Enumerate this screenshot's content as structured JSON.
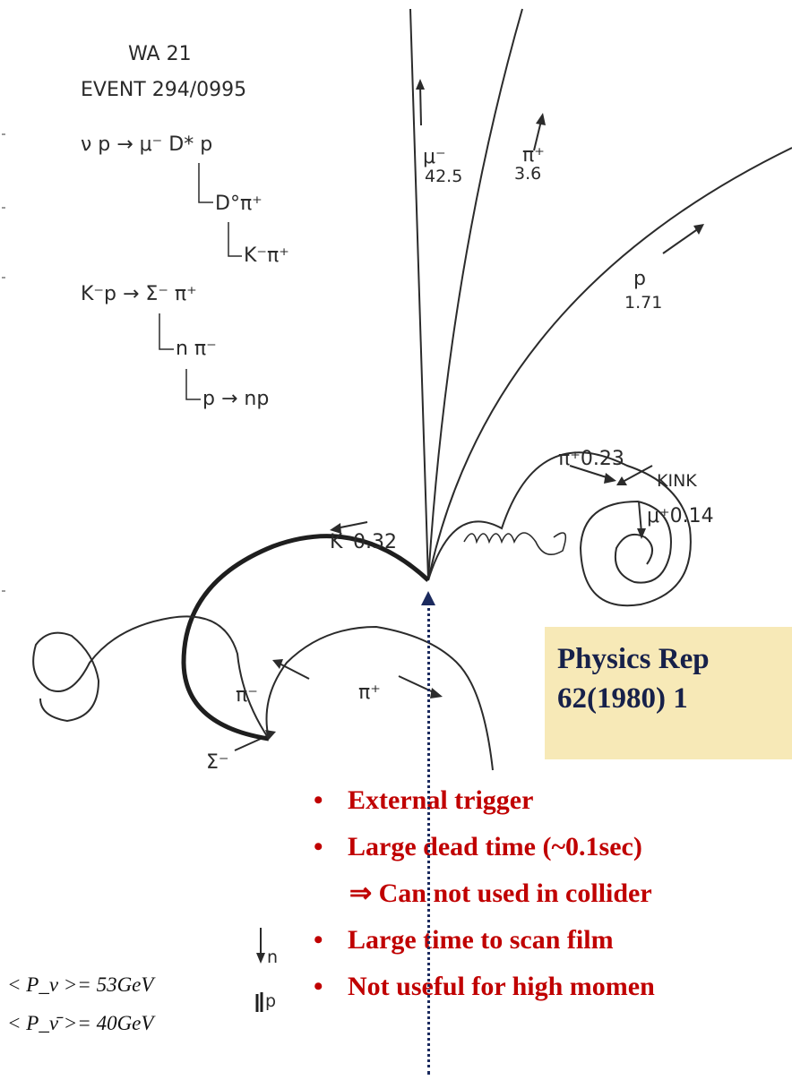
{
  "diagram": {
    "header": {
      "title": "WA 21",
      "event": "EVENT 294/0995"
    },
    "reactions": {
      "r1": "ν p → μ⁻ D* p",
      "r1_step1": "D°π⁺",
      "r1_step2": "K⁻π⁺",
      "r2": "K⁻p → Σ⁻ π⁺",
      "r2_step1": "n π⁻",
      "r2_step2": "p → np"
    },
    "tracks": {
      "muon": {
        "particle": "μ⁻",
        "momentum": "42.5"
      },
      "pion_up": {
        "particle": "π⁺",
        "momentum": "3.6"
      },
      "proton": {
        "particle": "p",
        "momentum": "1.71"
      },
      "pion_spiral": "π⁺0.23",
      "kink": "KINK",
      "muon_spiral": "μ⁺0.14",
      "kaon": "K⁻0.32",
      "pion_minus": "π⁻",
      "pion_plus": "π⁺",
      "sigma": "Σ⁻",
      "neutron": "n",
      "proton_small": "p"
    },
    "momenta": {
      "nu": "< P_ν >= 53GeV",
      "nubar": "< P_ν̄ >= 40GeV"
    }
  },
  "reference": {
    "line1": "Physics Rep",
    "line2": "62(1980) 1"
  },
  "bullets": {
    "b1": "External trigger",
    "b2": "Large dead time (~0.1sec)",
    "b2_sub": "⇒ Can not used in collider",
    "b3": "Large time to scan film",
    "b4": "Not useful for high momen"
  }
}
